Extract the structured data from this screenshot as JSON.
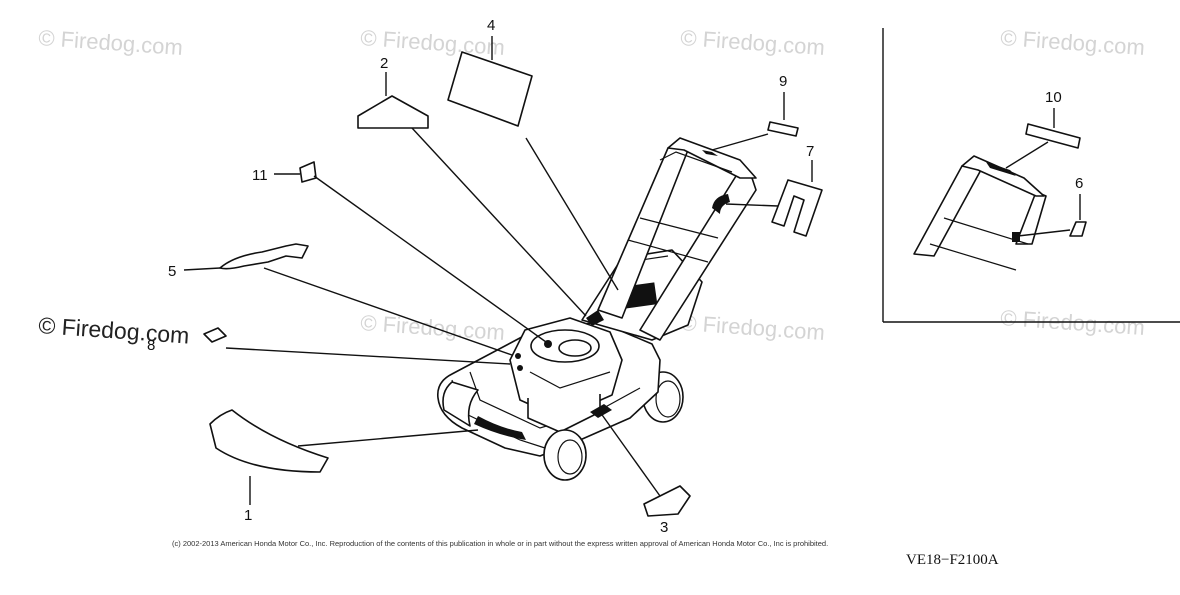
{
  "watermarks": [
    {
      "text": "© Firedog.com",
      "style": "faint"
    },
    {
      "text": "© Firedog.com",
      "style": "faint"
    },
    {
      "text": "© Firedog.com",
      "style": "faint"
    },
    {
      "text": "© Firedog.com",
      "style": "faint"
    },
    {
      "text": "© Firedog.com",
      "style": "faint"
    },
    {
      "text": "© Firedog.com",
      "style": "faint"
    },
    {
      "text": "© Firedog.com",
      "style": "faint"
    },
    {
      "text": "© Firedog.com",
      "style": "dark"
    }
  ],
  "callouts": [
    "1",
    "2",
    "3",
    "4",
    "5",
    "6",
    "7",
    "8",
    "9",
    "10",
    "11"
  ],
  "copyright": "(c) 2002-2013 American Honda Motor Co., Inc. Reproduction of the contents of this publication in whole or in part without the express written approval of American Honda Motor Co., Inc is prohibited.",
  "diagram_code": "VE18−F2100A",
  "colors": {
    "line": "#111111",
    "watermark": "#d4d4d4",
    "background": "#ffffff"
  }
}
